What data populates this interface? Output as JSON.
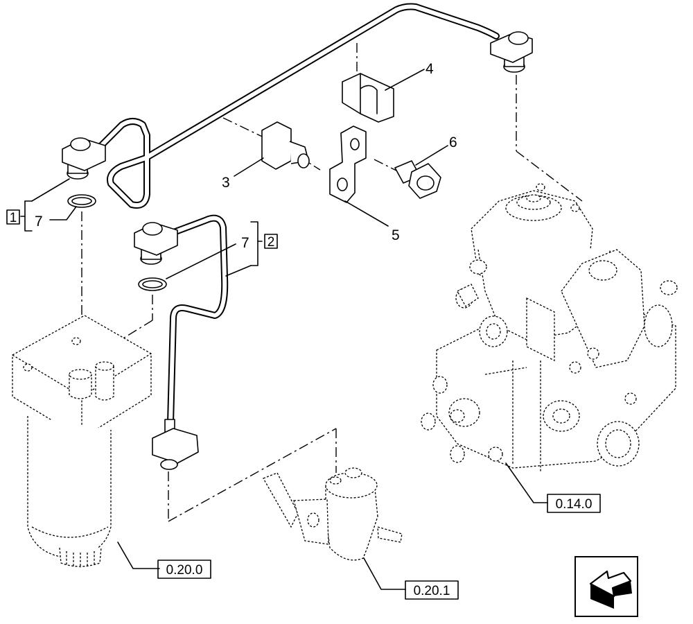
{
  "callouts": {
    "c1": "1",
    "c2": "2",
    "c3": "3",
    "c4": "4",
    "c5": "5",
    "c6": "6",
    "c7a": "7",
    "c7b": "7"
  },
  "references": {
    "r_pump": "0.14.0",
    "r_filter": "0.20.0",
    "r_feed": "0.20.1"
  },
  "nav_icon": "arrow-back-icon"
}
